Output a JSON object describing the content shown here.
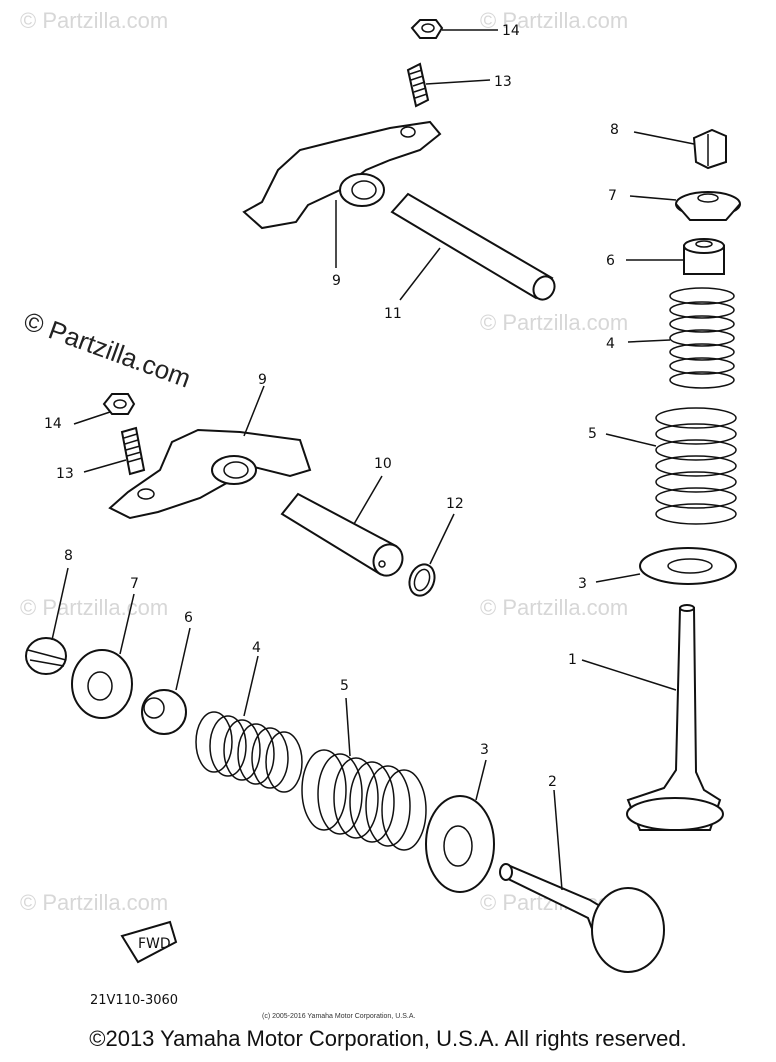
{
  "watermark": {
    "text": "© Partzilla.com",
    "mark": "©"
  },
  "callouts": {
    "c14_top": "14",
    "c13_top": "13",
    "c8_right": "8",
    "c7_right": "7",
    "c6_right": "6",
    "c9_top": "9",
    "c11": "11",
    "c4_right": "4",
    "c9_mid": "9",
    "c14_left": "14",
    "c10": "10",
    "c12": "12",
    "c13_left": "13",
    "c5_right": "5",
    "c8_left": "8",
    "c7_left": "7",
    "c3_right": "3",
    "c6_left": "6",
    "c4_left": "4",
    "c5_left": "5",
    "c1": "1",
    "c3_bottom": "3",
    "c2": "2"
  },
  "fwd_label": "FWD",
  "diagram_code": "21V110-3060",
  "fine_print": "(c) 2005-2016 Yamaha Motor Corporation, U.S.A.",
  "copyright": "©2013 Yamaha Motor Corporation, U.S.A. All rights reserved."
}
